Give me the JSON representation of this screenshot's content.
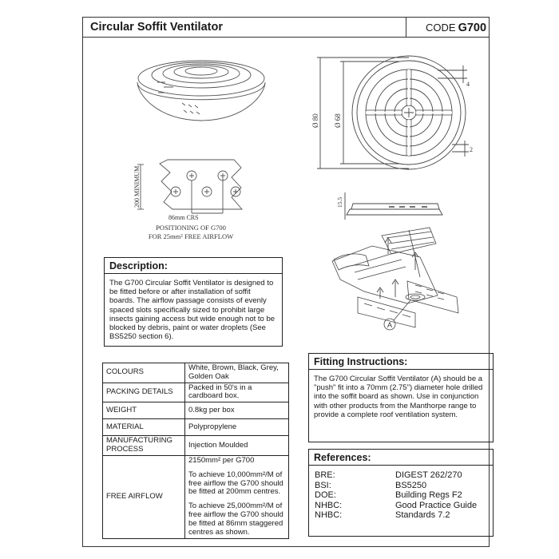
{
  "header": {
    "title": "Circular Soffit Ventilator",
    "code_label": "CODE",
    "code_value": "G700"
  },
  "drawings": {
    "dim_80": "Ø 80",
    "dim_68": "Ø 68",
    "dim_4": "4",
    "dim_2": "2",
    "dim_15_5": "15.5",
    "min_label": "200 MINIMUM",
    "crs_label": "86mm CRS",
    "positioning_line1": "POSITIONING  OF G700",
    "positioning_line2": "FOR 25mm² FREE AIRFLOW",
    "callout_a": "A"
  },
  "description": {
    "heading": "Description:",
    "text": "The G700 Circular Soffit Ventilator is designed to be fitted before or after installation of soffit boards. The airflow passage consists of evenly spaced slots specifically sized to prohibit large insects gaining access but wide enough not to be blocked by debris, paint or water droplets (See BS5250 section 6)."
  },
  "specs": {
    "colours_label": "COLOURS",
    "colours_value": "White, Brown, Black, Grey, Golden Oak",
    "packing_label": "PACKING DETAILS",
    "packing_value": "Packed in 50's in a cardboard box.",
    "weight_label": "WEIGHT",
    "weight_value": "0.8kg per box",
    "material_label": "MATERIAL",
    "material_value": "Polypropylene",
    "manufacturing_label": "MANUFACTURING PROCESS",
    "manufacturing_value": "Injection Moulded",
    "airflow_label": "FREE AIRFLOW",
    "airflow_line1": "2150mm² per G700",
    "airflow_para1": "To achieve 10,000mm²/M of free airflow the G700 should be fitted at 200mm centres.",
    "airflow_para2": "To achieve 25,000mm²/M of free airflow the G700 should be fitted at 86mm staggered centres as shown."
  },
  "fitting": {
    "heading": "Fitting Instructions:",
    "text": "The G700 Circular Soffit Ventilator (A) should be a \"push\" fit into a 70mm (2.75\") diameter hole drilled into the soffit board as shown. Use in conjunction with other products from the Manthorpe range to provide a complete roof ventilation system."
  },
  "references": {
    "heading": "References:",
    "rows": [
      {
        "key": "BRE:",
        "value": "DIGEST 262/270"
      },
      {
        "key": "BSI:",
        "value": "BS5250"
      },
      {
        "key": "DOE:",
        "value": "Building Regs F2"
      },
      {
        "key": "NHBC:",
        "value": "Good Practice Guide"
      },
      {
        "key": "NHBC:",
        "value": "Standards 7.2"
      }
    ]
  }
}
